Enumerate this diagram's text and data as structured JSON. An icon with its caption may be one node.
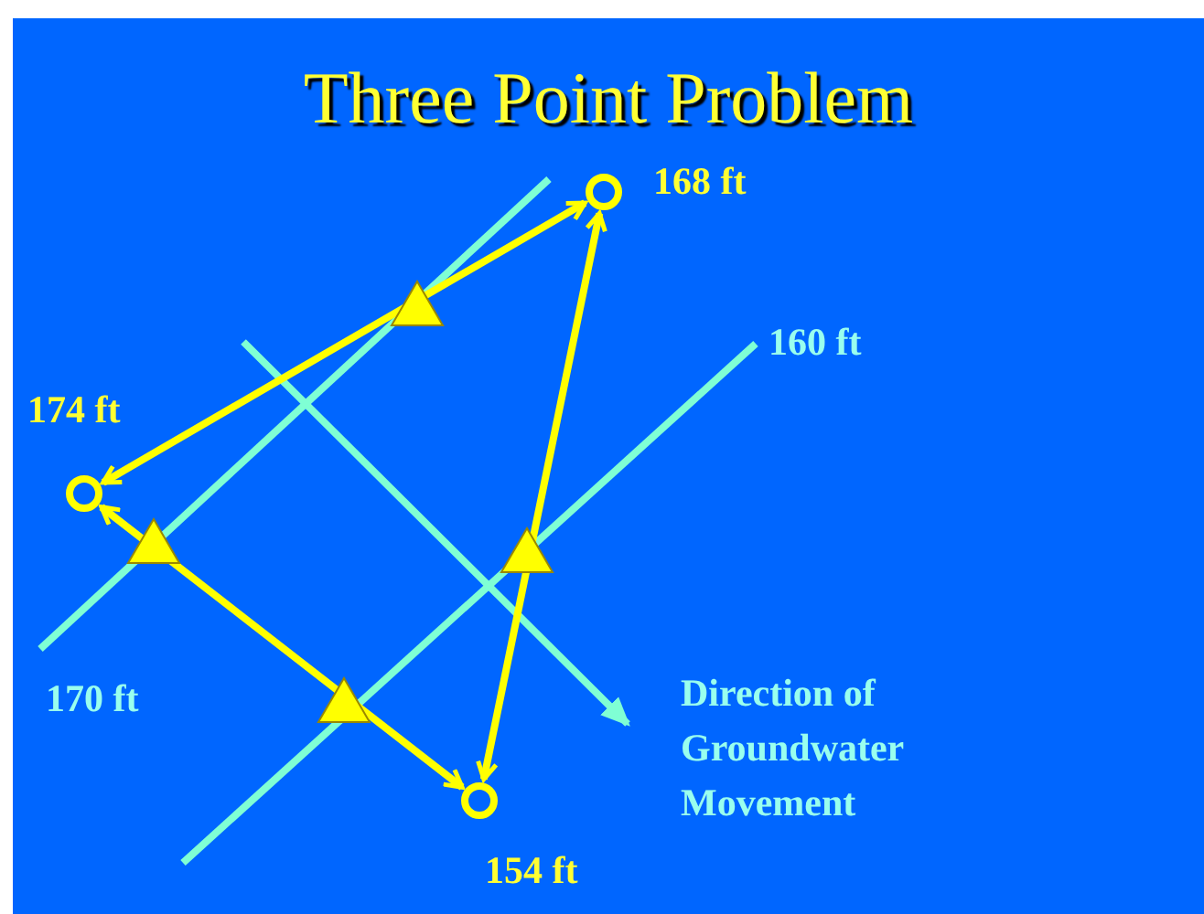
{
  "diagram": {
    "title": "Three Point Problem",
    "nodes": [
      {
        "text": [],
        "shape": "circle",
        "beside": [
          "168 ft"
        ]
      },
      {
        "text": [],
        "shape": "circle",
        "beside": [
          "174 ft"
        ]
      },
      {
        "text": [],
        "shape": "circle",
        "beside": [
          "154 ft"
        ]
      }
    ],
    "edges": [
      {
        "from": 1,
        "to": 0,
        "arrow": "both"
      },
      {
        "from": 1,
        "to": 2,
        "arrow": "both"
      },
      {
        "from": 0,
        "to": 2,
        "arrow": "both"
      }
    ],
    "labels": [
      "160 ft",
      "170 ft",
      "Direction of Groundwater Movement"
    ]
  }
}
